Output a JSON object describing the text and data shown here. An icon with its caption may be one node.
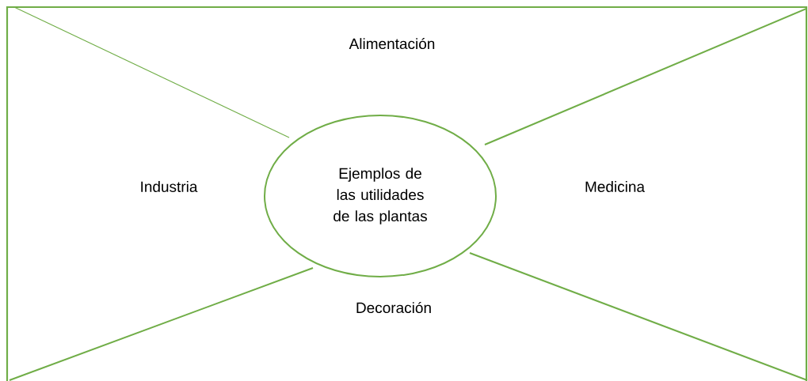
{
  "diagram": {
    "nodes": [
      {
        "text": [
          "Ejemplos de las utilidades de las plantas"
        ]
      }
    ],
    "labels": [
      "Alimentación",
      "Industria",
      "Medicina",
      "Decoración"
    ]
  }
}
